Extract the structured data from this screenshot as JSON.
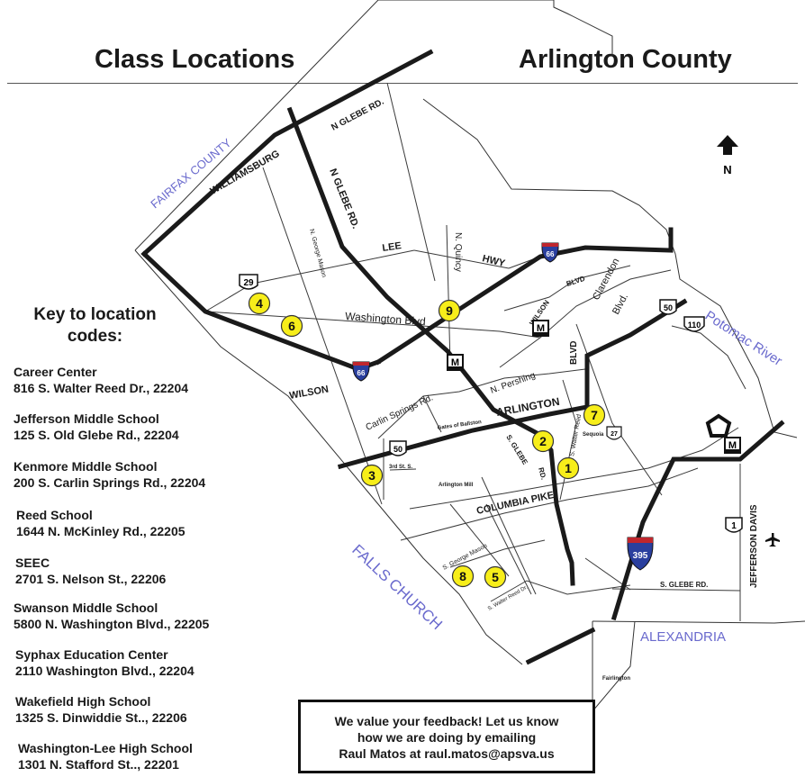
{
  "titles": {
    "left": "Class Locations",
    "right": "Arlington County"
  },
  "key": {
    "title_line1": "Key to location",
    "title_line2": "codes:",
    "locations": [
      {
        "name": "Career Center",
        "address": "816 S. Walter Reed Dr., 22204"
      },
      {
        "name": "Jefferson Middle School",
        "address": "125 S. Old Glebe Rd., 22204"
      },
      {
        "name": "Kenmore Middle School",
        "address": "200 S. Carlin Springs  Rd., 22204"
      },
      {
        "name": "Reed School",
        "address": "1644 N. McKinley Rd., 22205"
      },
      {
        "name": "SEEC",
        "address": "2701 S. Nelson St., 22206"
      },
      {
        "name": "Swanson Middle School",
        "address": "5800 N. Washington Blvd., 22205"
      },
      {
        "name": "Syphax Education Center",
        "address": "2110 Washington Blvd., 22204"
      },
      {
        "name": "Wakefield High School",
        "address": "1325 S. Dinwiddie St.., 22206"
      },
      {
        "name": "Washington-Lee  High School",
        "address": "1301 N. Stafford St.., 22201"
      }
    ]
  },
  "feedback": {
    "line1": "We value your feedback! Let us know",
    "line2": "how we are doing by emailing",
    "line3": "Raul Matos at raul.matos@apsva.us"
  },
  "compass": {
    "label": "N"
  },
  "regions": {
    "fairfax": "FAIRFAX COUNTY",
    "falls_church": "FALLS CHURCH",
    "potomac": "Potomac River",
    "alexandria": "ALEXANDRIA"
  },
  "roads": {
    "williamsburg": "WILLIAMSBURG",
    "n_glebe_top": "N GLEBE RD.",
    "n_glebe_mid": "N GLEBE RD.",
    "lee": "LEE",
    "hwy": "HWY",
    "n_quincy": "N. Quincy",
    "n_george_mason": "N. George Mason",
    "washington_blvd": "Washington Blvd",
    "wilson": "WILSON",
    "wilson_blvd_1": "WILSON",
    "blvd_1": "BLVD",
    "clarendon": "Clarendon",
    "clarendon_blvd": "Blvd.",
    "carlin_springs": "Carlin Springs Rd.",
    "n_pershing": "N. Pershing",
    "gates_of_ballston": "Gates of Ballston",
    "arlington": "ARLINGTON",
    "blvd_2": "BLVD",
    "s_glebe": "S. GLEBE",
    "rd": "RD.",
    "walter_reed": "S. Walter Reed",
    "sequoia": "Sequoia",
    "third_st": "3rd St. S.",
    "arlington_mill": "Arlington Mill",
    "columbia_pike": "COLUMBIA PIKE",
    "s_george_mason": "S. George Mason",
    "s_walter_reed_dr": "S. Walter Reed Dr.",
    "s_glebe_rd": "S. GLEBE RD.",
    "jefferson_davis": "JEFFERSON DAVIS",
    "fairlington": "Fairlington"
  },
  "shields": {
    "i66_a": "66",
    "i66_b": "66",
    "us29": "29",
    "us50_a": "50",
    "us50_b": "50",
    "r110": "110",
    "r27": "27",
    "us1": "1",
    "i395": "395",
    "metro_a": "M",
    "metro_b": "M",
    "metro_c": "M"
  },
  "markers": [
    {
      "code": "1"
    },
    {
      "code": "2"
    },
    {
      "code": "3"
    },
    {
      "code": "4"
    },
    {
      "code": "5"
    },
    {
      "code": "6"
    },
    {
      "code": "7"
    },
    {
      "code": "8"
    },
    {
      "code": "9"
    }
  ],
  "colors": {
    "marker_fill": "#f7ee1a",
    "region_label": "#6a6acd",
    "interstate_blue": "#2a3f9e",
    "interstate_red": "#c0262d"
  }
}
